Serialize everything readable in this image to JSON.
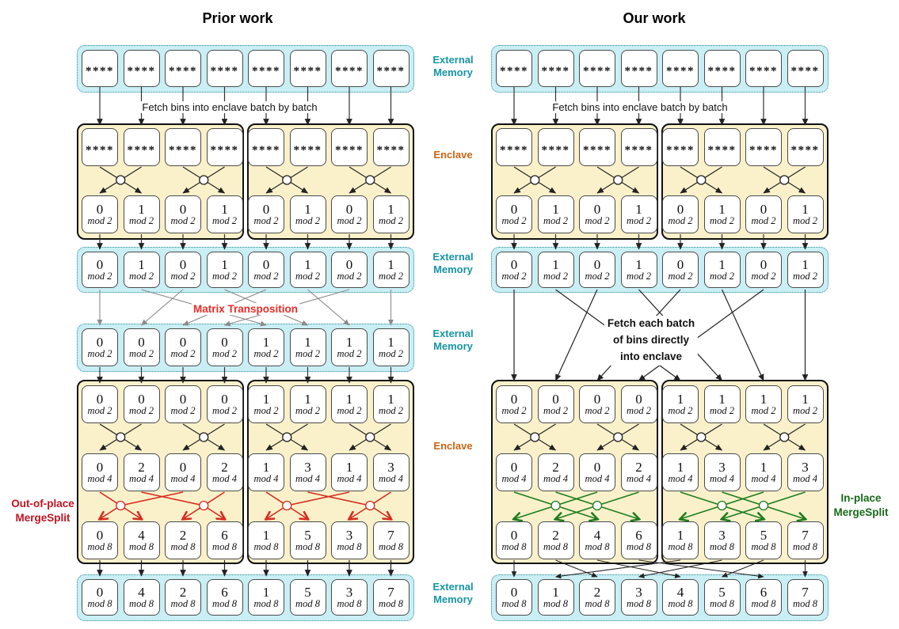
{
  "titles": {
    "prior": "Prior work",
    "our": "Our work"
  },
  "side_labels": [
    {
      "id": "ext-mem-top",
      "text": "External Memory"
    },
    {
      "id": "enclave-top",
      "text": "Enclave"
    },
    {
      "id": "ext-mem-mid1",
      "text": "External Memory"
    },
    {
      "id": "ext-mem-mid2",
      "text": "External Memory"
    },
    {
      "id": "enclave-bottom",
      "text": "Enclave"
    },
    {
      "id": "ext-mem-bottom",
      "text": "External Memory"
    }
  ],
  "annotations": {
    "fetch_batch": "Fetch bins into enclave batch by batch",
    "matrix_transposition": "Matrix Transposition",
    "fetch_direct": "Fetch each batch\nof bins directly\ninto enclave",
    "out_of_place": "Out-of-place\nMergeSplit",
    "in_place": "In-place\nMergeSplit"
  },
  "colors": {
    "external_memory_fill": "#C9EFF5",
    "external_memory_label": "#1795A5",
    "enclave_fill": "#FAF1CA",
    "enclave_label": "#CC6414",
    "transposition_red": "#EE2B26",
    "out_of_place_red": "#C41220",
    "mergesplit_red_arrow": "#D62C20",
    "in_place_green": "#176B17",
    "mergesplit_green_arrow": "#1E7C1E"
  },
  "columns": {
    "prior": {
      "ext_top": {
        "values": [
          "****",
          "****",
          "****",
          "****",
          "****",
          "****",
          "****",
          "****"
        ]
      },
      "enc_top_in": {
        "values": [
          "****",
          "****",
          "****",
          "****",
          "****",
          "****",
          "****",
          "****"
        ]
      },
      "enc_top_out": {
        "values": [
          "0",
          "1",
          "0",
          "1",
          "0",
          "1",
          "0",
          "1"
        ],
        "mod": "mod 2"
      },
      "ext_mid1": {
        "values": [
          "0",
          "1",
          "0",
          "1",
          "0",
          "1",
          "0",
          "1"
        ],
        "mod": "mod 2"
      },
      "ext_mid2": {
        "values": [
          "0",
          "0",
          "0",
          "0",
          "1",
          "1",
          "1",
          "1"
        ],
        "mod": "mod 2"
      },
      "enc_bot_in": {
        "values": [
          "0",
          "0",
          "0",
          "0",
          "1",
          "1",
          "1",
          "1"
        ],
        "mod": "mod 2"
      },
      "enc_bot_mid": {
        "values": [
          "0",
          "2",
          "0",
          "2",
          "1",
          "3",
          "1",
          "3"
        ],
        "mod": "mod 4"
      },
      "enc_bot_out": {
        "values": [
          "0",
          "4",
          "2",
          "6",
          "1",
          "5",
          "3",
          "7"
        ],
        "mod": "mod 8"
      },
      "ext_bot": {
        "values": [
          "0",
          "4",
          "2",
          "6",
          "1",
          "5",
          "3",
          "7"
        ],
        "mod": "mod 8"
      }
    },
    "our": {
      "ext_top": {
        "values": [
          "****",
          "****",
          "****",
          "****",
          "****",
          "****",
          "****",
          "****"
        ]
      },
      "enc_top_in": {
        "values": [
          "****",
          "****",
          "****",
          "****",
          "****",
          "****",
          "****",
          "****"
        ]
      },
      "enc_top_out": {
        "values": [
          "0",
          "1",
          "0",
          "1",
          "0",
          "1",
          "0",
          "1"
        ],
        "mod": "mod 2"
      },
      "ext_mid1": {
        "values": [
          "0",
          "1",
          "0",
          "1",
          "0",
          "1",
          "0",
          "1"
        ],
        "mod": "mod 2"
      },
      "enc_bot_in": {
        "values": [
          "0",
          "0",
          "0",
          "0",
          "1",
          "1",
          "1",
          "1"
        ],
        "mod": "mod 2"
      },
      "enc_bot_mid": {
        "values": [
          "0",
          "2",
          "0",
          "2",
          "1",
          "3",
          "1",
          "3"
        ],
        "mod": "mod 4"
      },
      "enc_bot_out": {
        "values": [
          "0",
          "2",
          "4",
          "6",
          "1",
          "3",
          "5",
          "7"
        ],
        "mod": "mod 8"
      },
      "ext_bot": {
        "values": [
          "0",
          "1",
          "2",
          "3",
          "4",
          "5",
          "6",
          "7"
        ],
        "mod": "mod 8"
      }
    }
  },
  "connections": {
    "transpose_map": [
      0,
      4,
      1,
      5,
      2,
      6,
      3,
      7
    ],
    "our_fetch_map": [
      0,
      4,
      1,
      5,
      2,
      6,
      3,
      7
    ],
    "our_output_map": [
      0,
      2,
      4,
      6,
      1,
      3,
      5,
      7
    ]
  }
}
